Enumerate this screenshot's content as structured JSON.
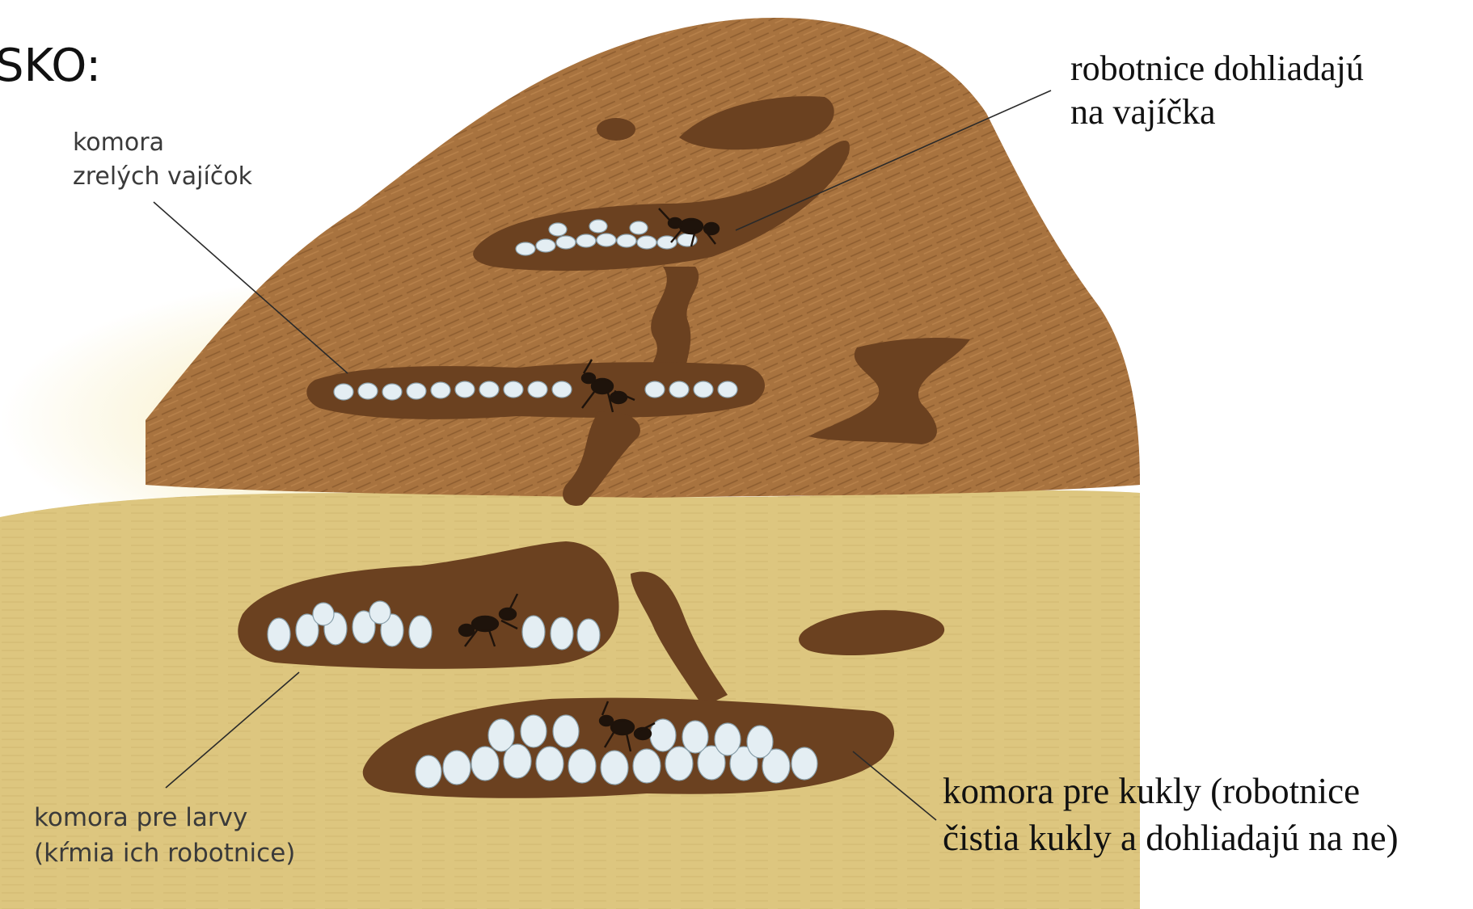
{
  "title": "SKO:",
  "labels": {
    "mature_eggs_chamber": {
      "line1": "komora",
      "line2": "zrelých vajíčok"
    },
    "workers_watch_eggs": {
      "line1": "robotnice dohliadajú",
      "line2": "na vajíčka"
    },
    "larvae_chamber": {
      "line1": "komora pre larvy",
      "line2": "(kŕmia ich robotnice)"
    },
    "pupae_chamber": {
      "line1": "komora pre kukly (robotnice",
      "line2": "čistia kukly a dohliadajú na ne)"
    }
  },
  "colors": {
    "mound": "#a8733f",
    "mound_texture": "#7f5228",
    "soil": "#d9c27a",
    "ground_glow": "#f3e39a",
    "chamber": "#6b4120",
    "egg": "#e4eef3",
    "ant": "#1e130b",
    "leader_line": "#2a2a2a"
  }
}
